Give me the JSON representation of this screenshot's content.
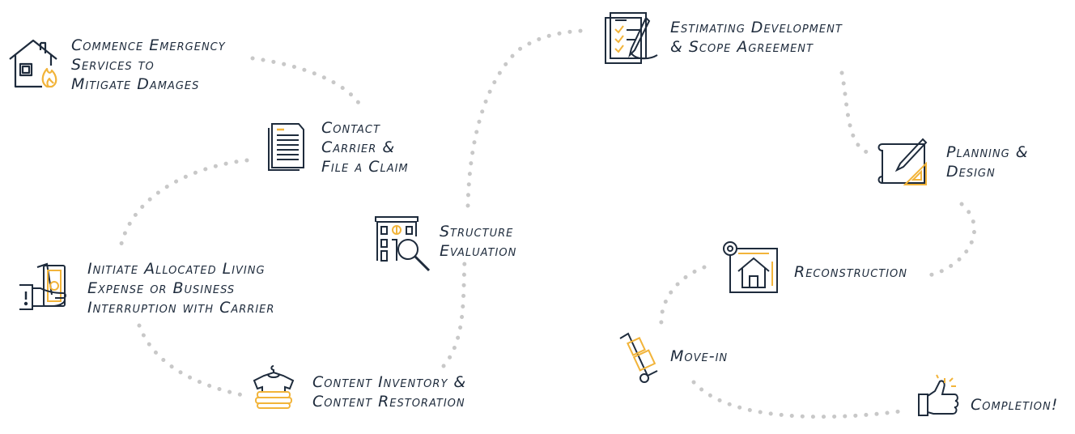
{
  "colors": {
    "ink": "#1e2b3c",
    "accent": "#f2b43a",
    "dots": "#c8c8c8"
  },
  "steps": [
    {
      "name": "emergency",
      "icon": "house-fire-icon",
      "lines": [
        "Commence Emergency",
        "Services to",
        "Mitigate Damages"
      ]
    },
    {
      "name": "contact-carrier",
      "icon": "document-icon",
      "lines": [
        "Contact",
        "Carrier &",
        "File a Claim"
      ]
    },
    {
      "name": "living-expense",
      "icon": "cash-hand-icon",
      "lines": [
        "Initiate Allocated Living",
        "Expense or Business",
        "Interruption with Carrier"
      ]
    },
    {
      "name": "content-inventory",
      "icon": "clothing-stack-icon",
      "lines": [
        "Content Inventory &",
        "Content Restoration"
      ]
    },
    {
      "name": "structure-evaluation",
      "icon": "building-magnifier-icon",
      "lines": [
        "Structure",
        "Evaluation"
      ]
    },
    {
      "name": "estimating",
      "icon": "checklist-pen-icon",
      "lines": [
        "Estimating Development",
        "& Scope Agreement"
      ]
    },
    {
      "name": "planning",
      "icon": "blueprint-pencil-icon",
      "lines": [
        "Planning &",
        "Design"
      ]
    },
    {
      "name": "reconstruction",
      "icon": "house-blueprint-icon",
      "lines": [
        "Reconstruction"
      ]
    },
    {
      "name": "move-in",
      "icon": "hand-truck-icon",
      "lines": [
        "Move-in"
      ]
    },
    {
      "name": "completion",
      "icon": "thumbs-up-icon",
      "lines": [
        "Completion!"
      ]
    }
  ]
}
